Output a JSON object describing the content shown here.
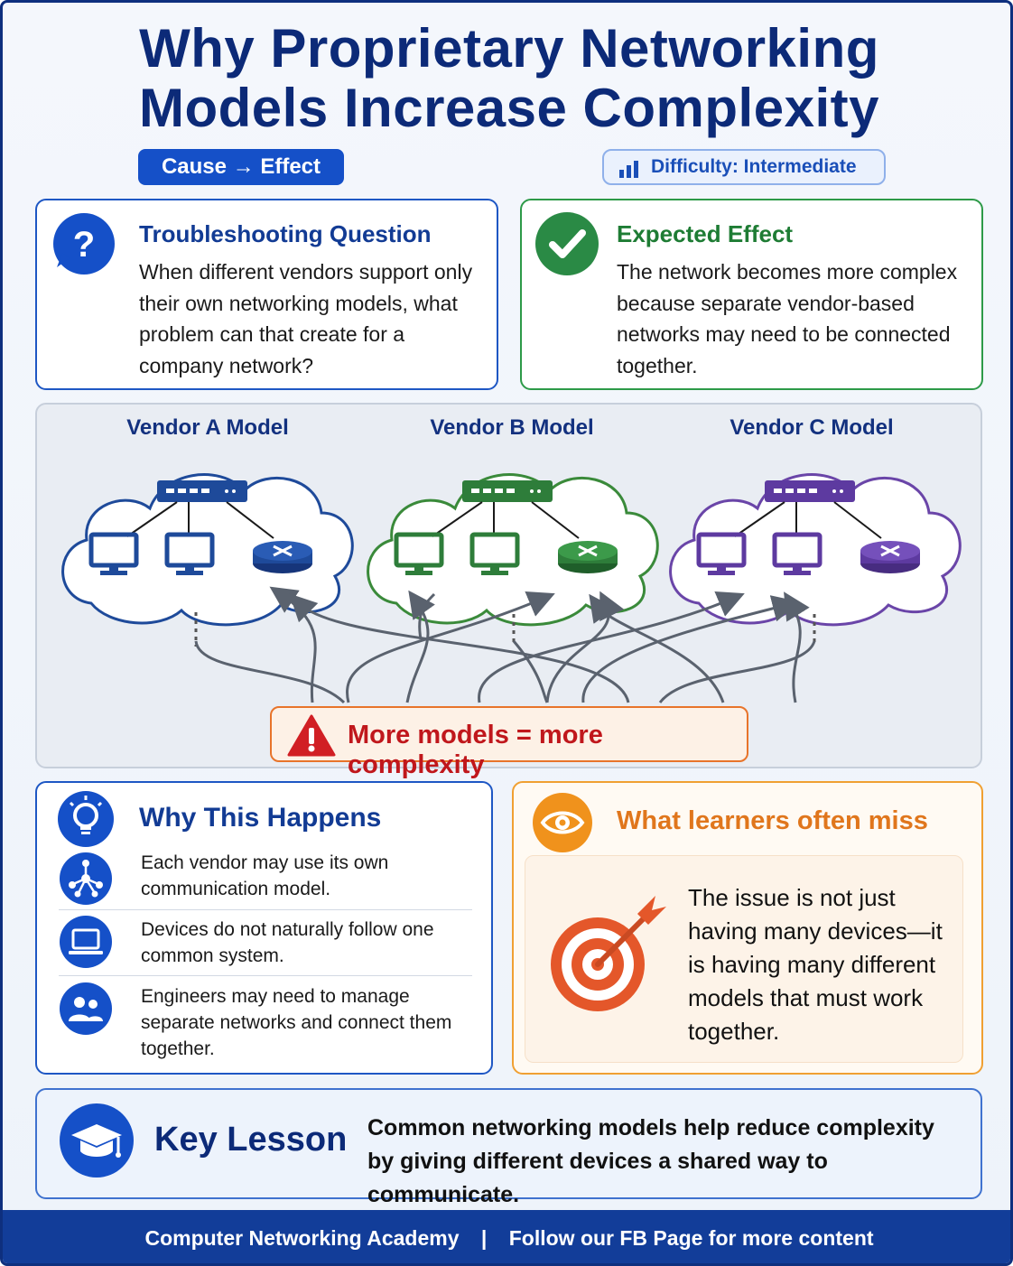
{
  "title": "Why Proprietary Networking Models Increase Complexity",
  "tags": {
    "cause_effect": "Cause → Effect",
    "difficulty": "Difficulty: Intermediate"
  },
  "question_card": {
    "heading": "Troubleshooting Question",
    "body": "When different vendors support only their own networking models, what problem can that create for a company network?",
    "icon": "question-chat-icon"
  },
  "effect_card": {
    "heading": "Expected Effect",
    "body": "The network becomes more complex because separate vendor-based networks may need to be connected together.",
    "icon": "checkmark-icon"
  },
  "diagram": {
    "vendors": [
      {
        "label": "Vendor A Model",
        "color": "#1e4a9a"
      },
      {
        "label": "Vendor B Model",
        "color": "#2e7d3a"
      },
      {
        "label": "Vendor C Model",
        "color": "#5d3aa0"
      }
    ],
    "warning": "More models = more complexity"
  },
  "why_card": {
    "heading": "Why This Happens",
    "items": [
      {
        "text": "Each vendor may use its own communication model.",
        "icon": "network-nodes-icon"
      },
      {
        "text": "Devices do not naturally follow one common system.",
        "icon": "laptop-icon"
      },
      {
        "text": "Engineers may need to manage separate networks and connect them together.",
        "icon": "people-icon"
      }
    ],
    "icon": "lightbulb-icon"
  },
  "miss_card": {
    "heading": "What learners often miss",
    "body": "The issue is not just having many devices—it is having many different models that must work together.",
    "icon": "eye-icon",
    "illustration": "target-icon"
  },
  "key_lesson": {
    "heading": "Key Lesson",
    "body": "Common networking models help reduce complexity by giving different devices a shared way to communicate.",
    "icon": "graduation-cap-icon"
  },
  "footer": {
    "left": "Computer Networking Academy",
    "separator": "|",
    "right": "Follow our FB Page for more content"
  },
  "colors": {
    "primary": "#1550c8",
    "navy": "#0c2a78",
    "green": "#2d9a48",
    "orange": "#e0761c",
    "red": "#c0171c"
  }
}
